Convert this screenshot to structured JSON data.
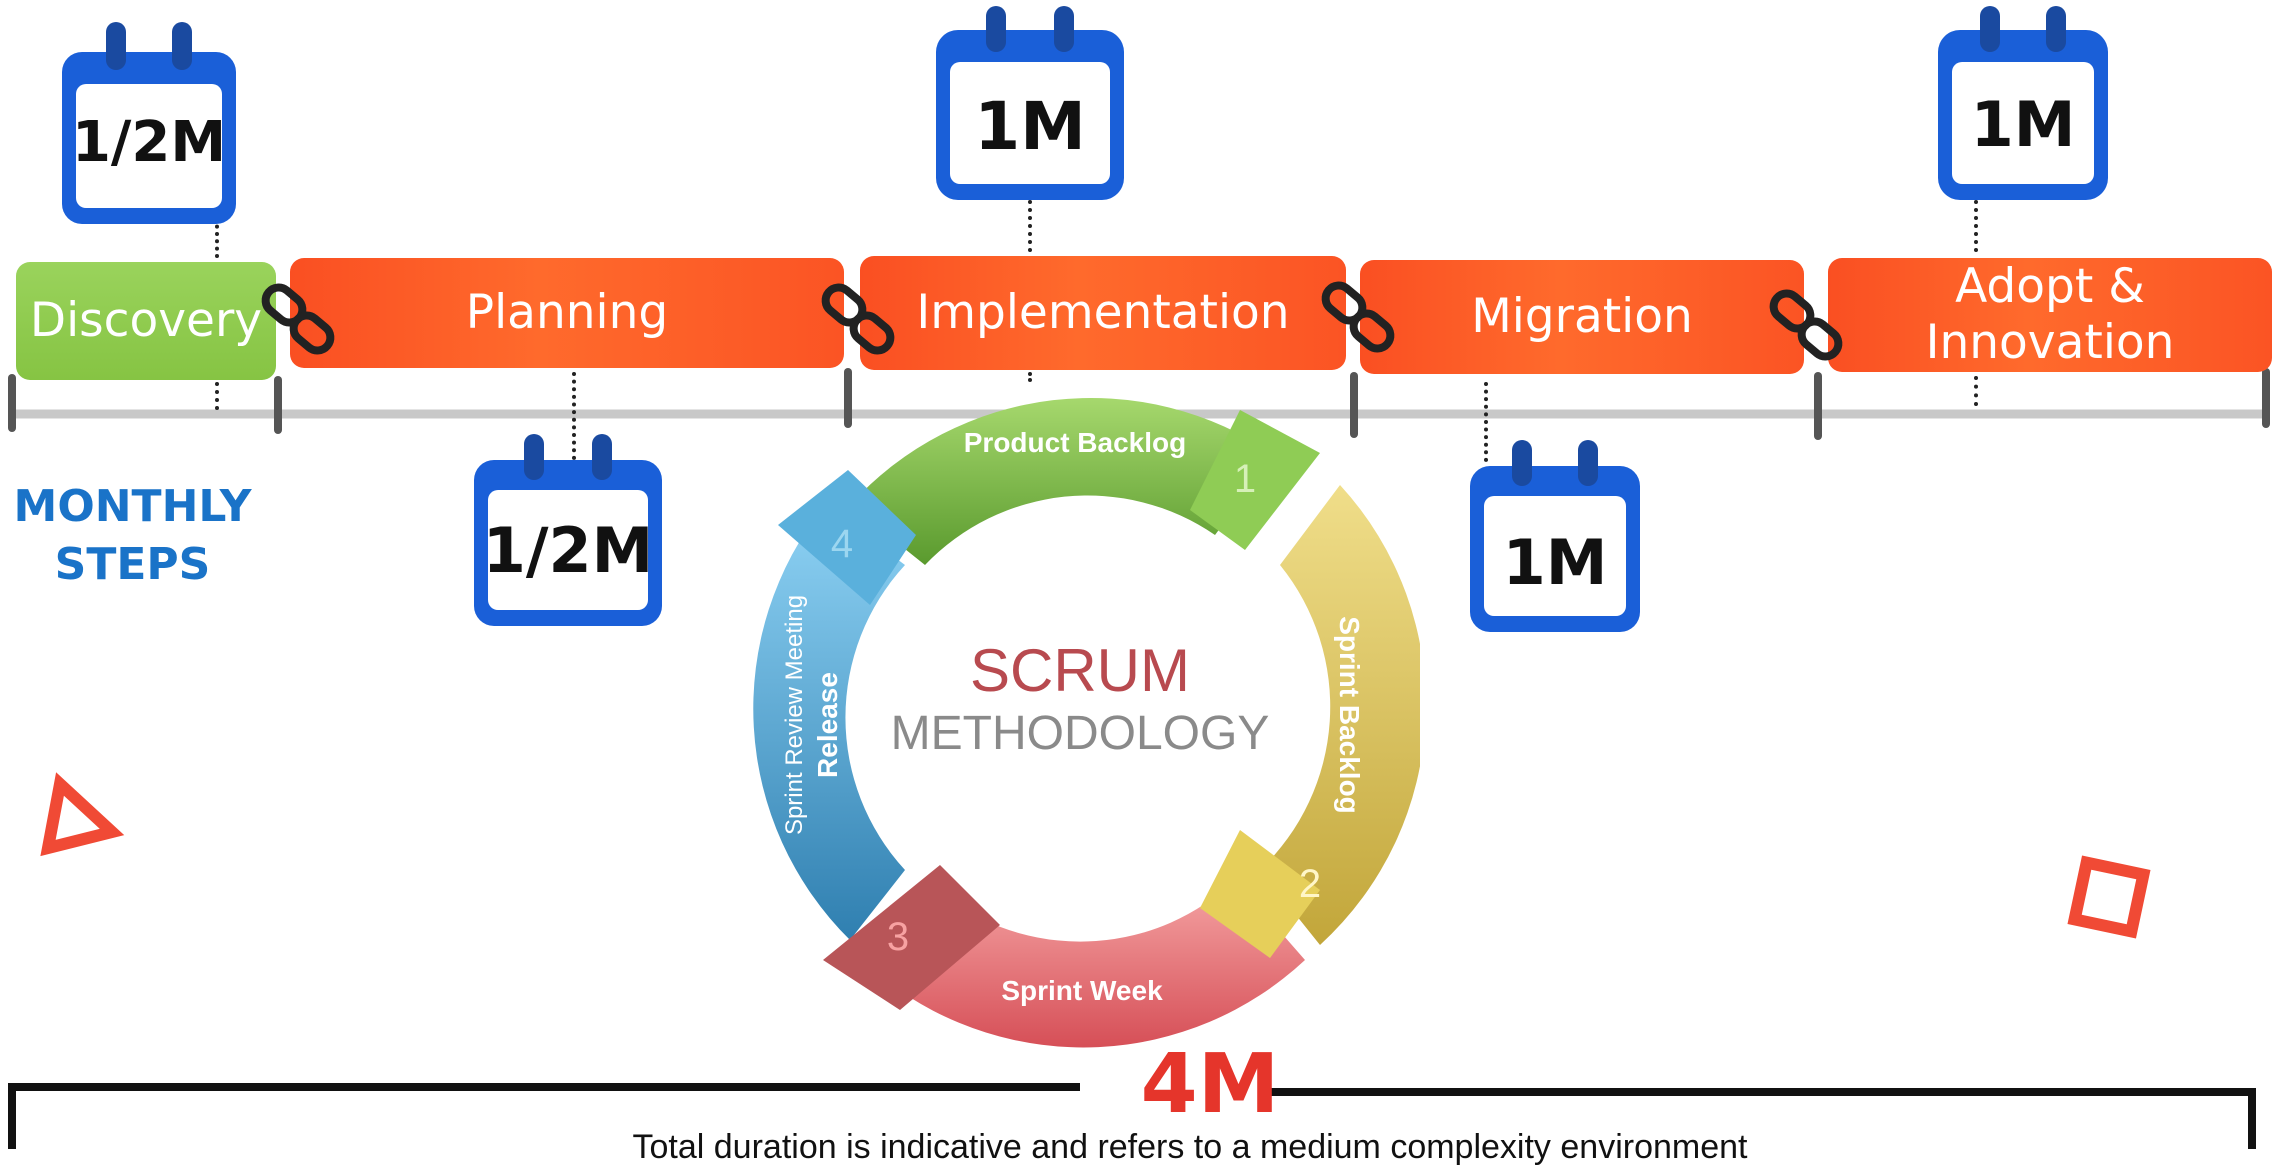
{
  "phases": [
    {
      "label": "Discovery",
      "color": "#8cc84b"
    },
    {
      "label": "Planning",
      "color": "#fc5a26"
    },
    {
      "label": "Implementation",
      "color": "#fc5a26"
    },
    {
      "label": "Migration",
      "color": "#fc5a26"
    },
    {
      "label_line1": "Adopt &",
      "label_line2": "Innovation",
      "color": "#fc5a26"
    }
  ],
  "durations": {
    "discovery": "1/2M",
    "planning": "1/2M",
    "implementation": "1M",
    "migration": "1M",
    "adopt": "1M"
  },
  "monthly_steps": {
    "line1": "MONTHLY",
    "line2": "STEPS"
  },
  "scrum": {
    "title": "SCRUM",
    "subtitle": "METHODOLOGY",
    "segments": [
      {
        "number": "1",
        "label": "Product Backlog",
        "color": "#6fb43e"
      },
      {
        "number": "2",
        "label": "Sprint Backlog",
        "color": "#d6b84a"
      },
      {
        "number": "3",
        "label": "Sprint Week",
        "color": "#e26a6f"
      },
      {
        "number": "4",
        "label_outer": "Sprint Review Meeting",
        "label_inner": "Release",
        "color": "#4aa3d6"
      }
    ]
  },
  "total": {
    "duration": "4M",
    "note": "Total duration is indicative and refers to a medium complexity environment"
  },
  "colors": {
    "calendar": "#1a5fd8",
    "accent_blue": "#1a73c8",
    "accent_red": "#e5352b"
  },
  "icons": [
    "calendar-icon",
    "chain-link-icon",
    "triangle-icon",
    "square-icon"
  ]
}
